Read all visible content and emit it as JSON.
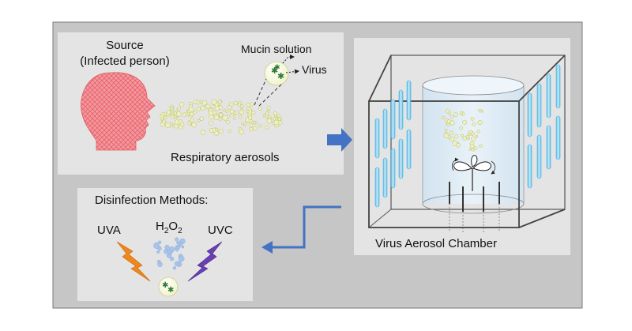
{
  "source_panel": {
    "source_title": "Source",
    "source_subtitle": "(Infected person)",
    "mucin_label": "Mucin solution",
    "virus_label": "Virus",
    "aerosol_label": "Respiratory aerosols"
  },
  "chamber_panel": {
    "label": "Virus Aerosol Chamber"
  },
  "disinfection_panel": {
    "title": "Disinfection Methods:",
    "uva_label": "UVA",
    "h2o2_main": "H",
    "h2o2_sub1": "2",
    "h2o2_mid": "O",
    "h2o2_sub2": "2",
    "uvc_label": "UVC"
  },
  "colors": {
    "outer_panel": "#c6c6c6",
    "inner_panel": "#e4e4e4",
    "head": "#f07f85",
    "uv_tube": "#8fd3f0",
    "uva_bolt": "#f0871c",
    "uvc_bolt": "#6a3fb0",
    "arrow": "#4472c4",
    "aerosol": "#e6ecb3"
  }
}
